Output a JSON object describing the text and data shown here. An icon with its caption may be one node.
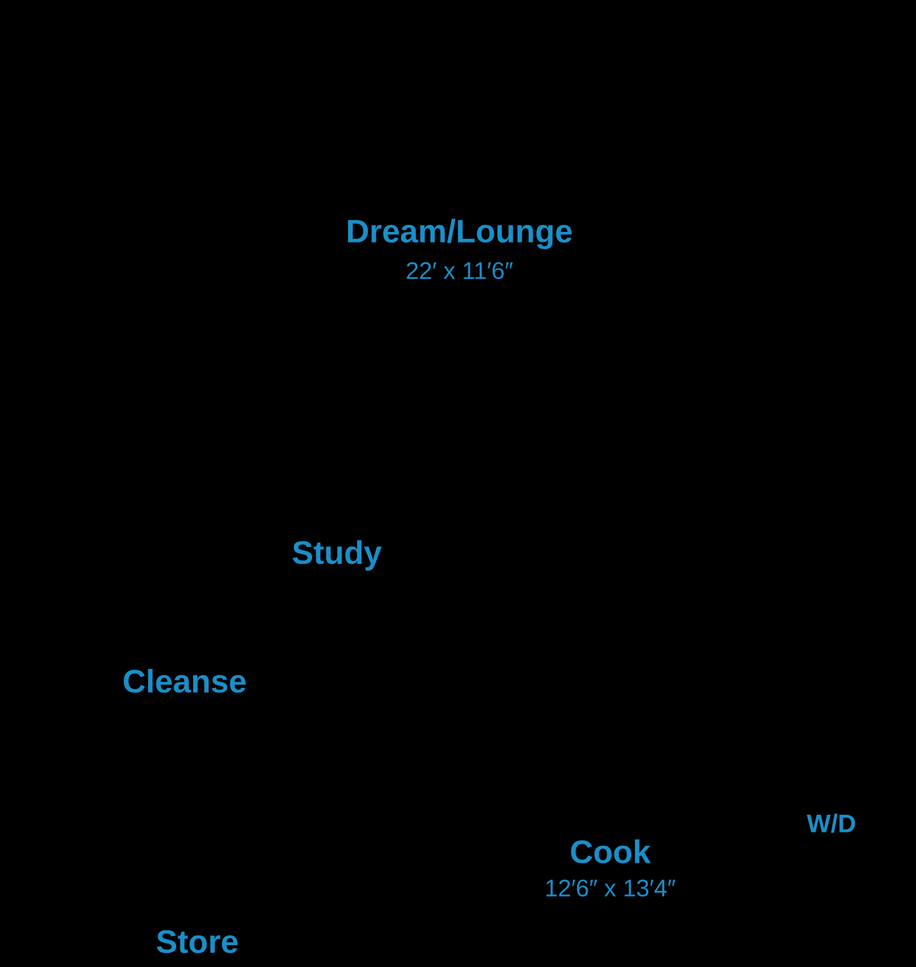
{
  "diagram": {
    "labels": [
      "Dream/Lounge",
      "22′ x 11′6″",
      "Study",
      "Cleanse",
      "W/D",
      "Cook",
      "12′6″ x 13′4″",
      "Store"
    ]
  }
}
